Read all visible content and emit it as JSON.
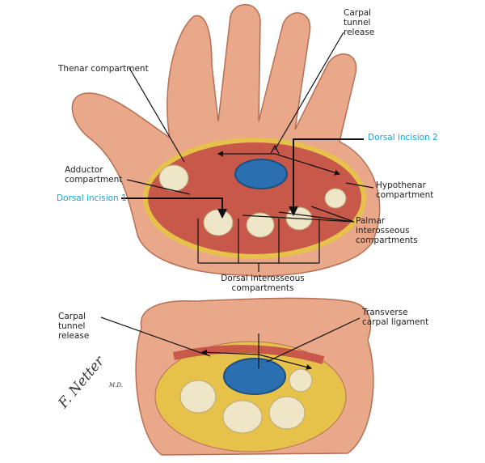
{
  "labels": {
    "carpal_tunnel_release_top": "Carpal tunnel release",
    "thenar": "Thenar compartment",
    "dorsal_incision_2": "Dorsal incision 2",
    "adductor": "Adductor compartment",
    "dorsal_incision_1": "Dorsal incision 1",
    "hypothenar": "Hypothenar compartment",
    "palmar_interosseous": "Palmar interosseous compartments",
    "dorsal_interosseous": "Dorsal interosseous compartments",
    "carpal_tunnel_release_bottom": "Carpal tunnel release",
    "transverse_carpal_ligament": "Transverse carpal ligament"
  },
  "signature": "F. Netter M.D.",
  "colors": {
    "skin": "#e8a889",
    "muscle": "#c8584a",
    "bone": "#efe6c8",
    "nerve": "#2a6fb0",
    "fat": "#f2d04a",
    "accent": "#1aa3d6"
  }
}
